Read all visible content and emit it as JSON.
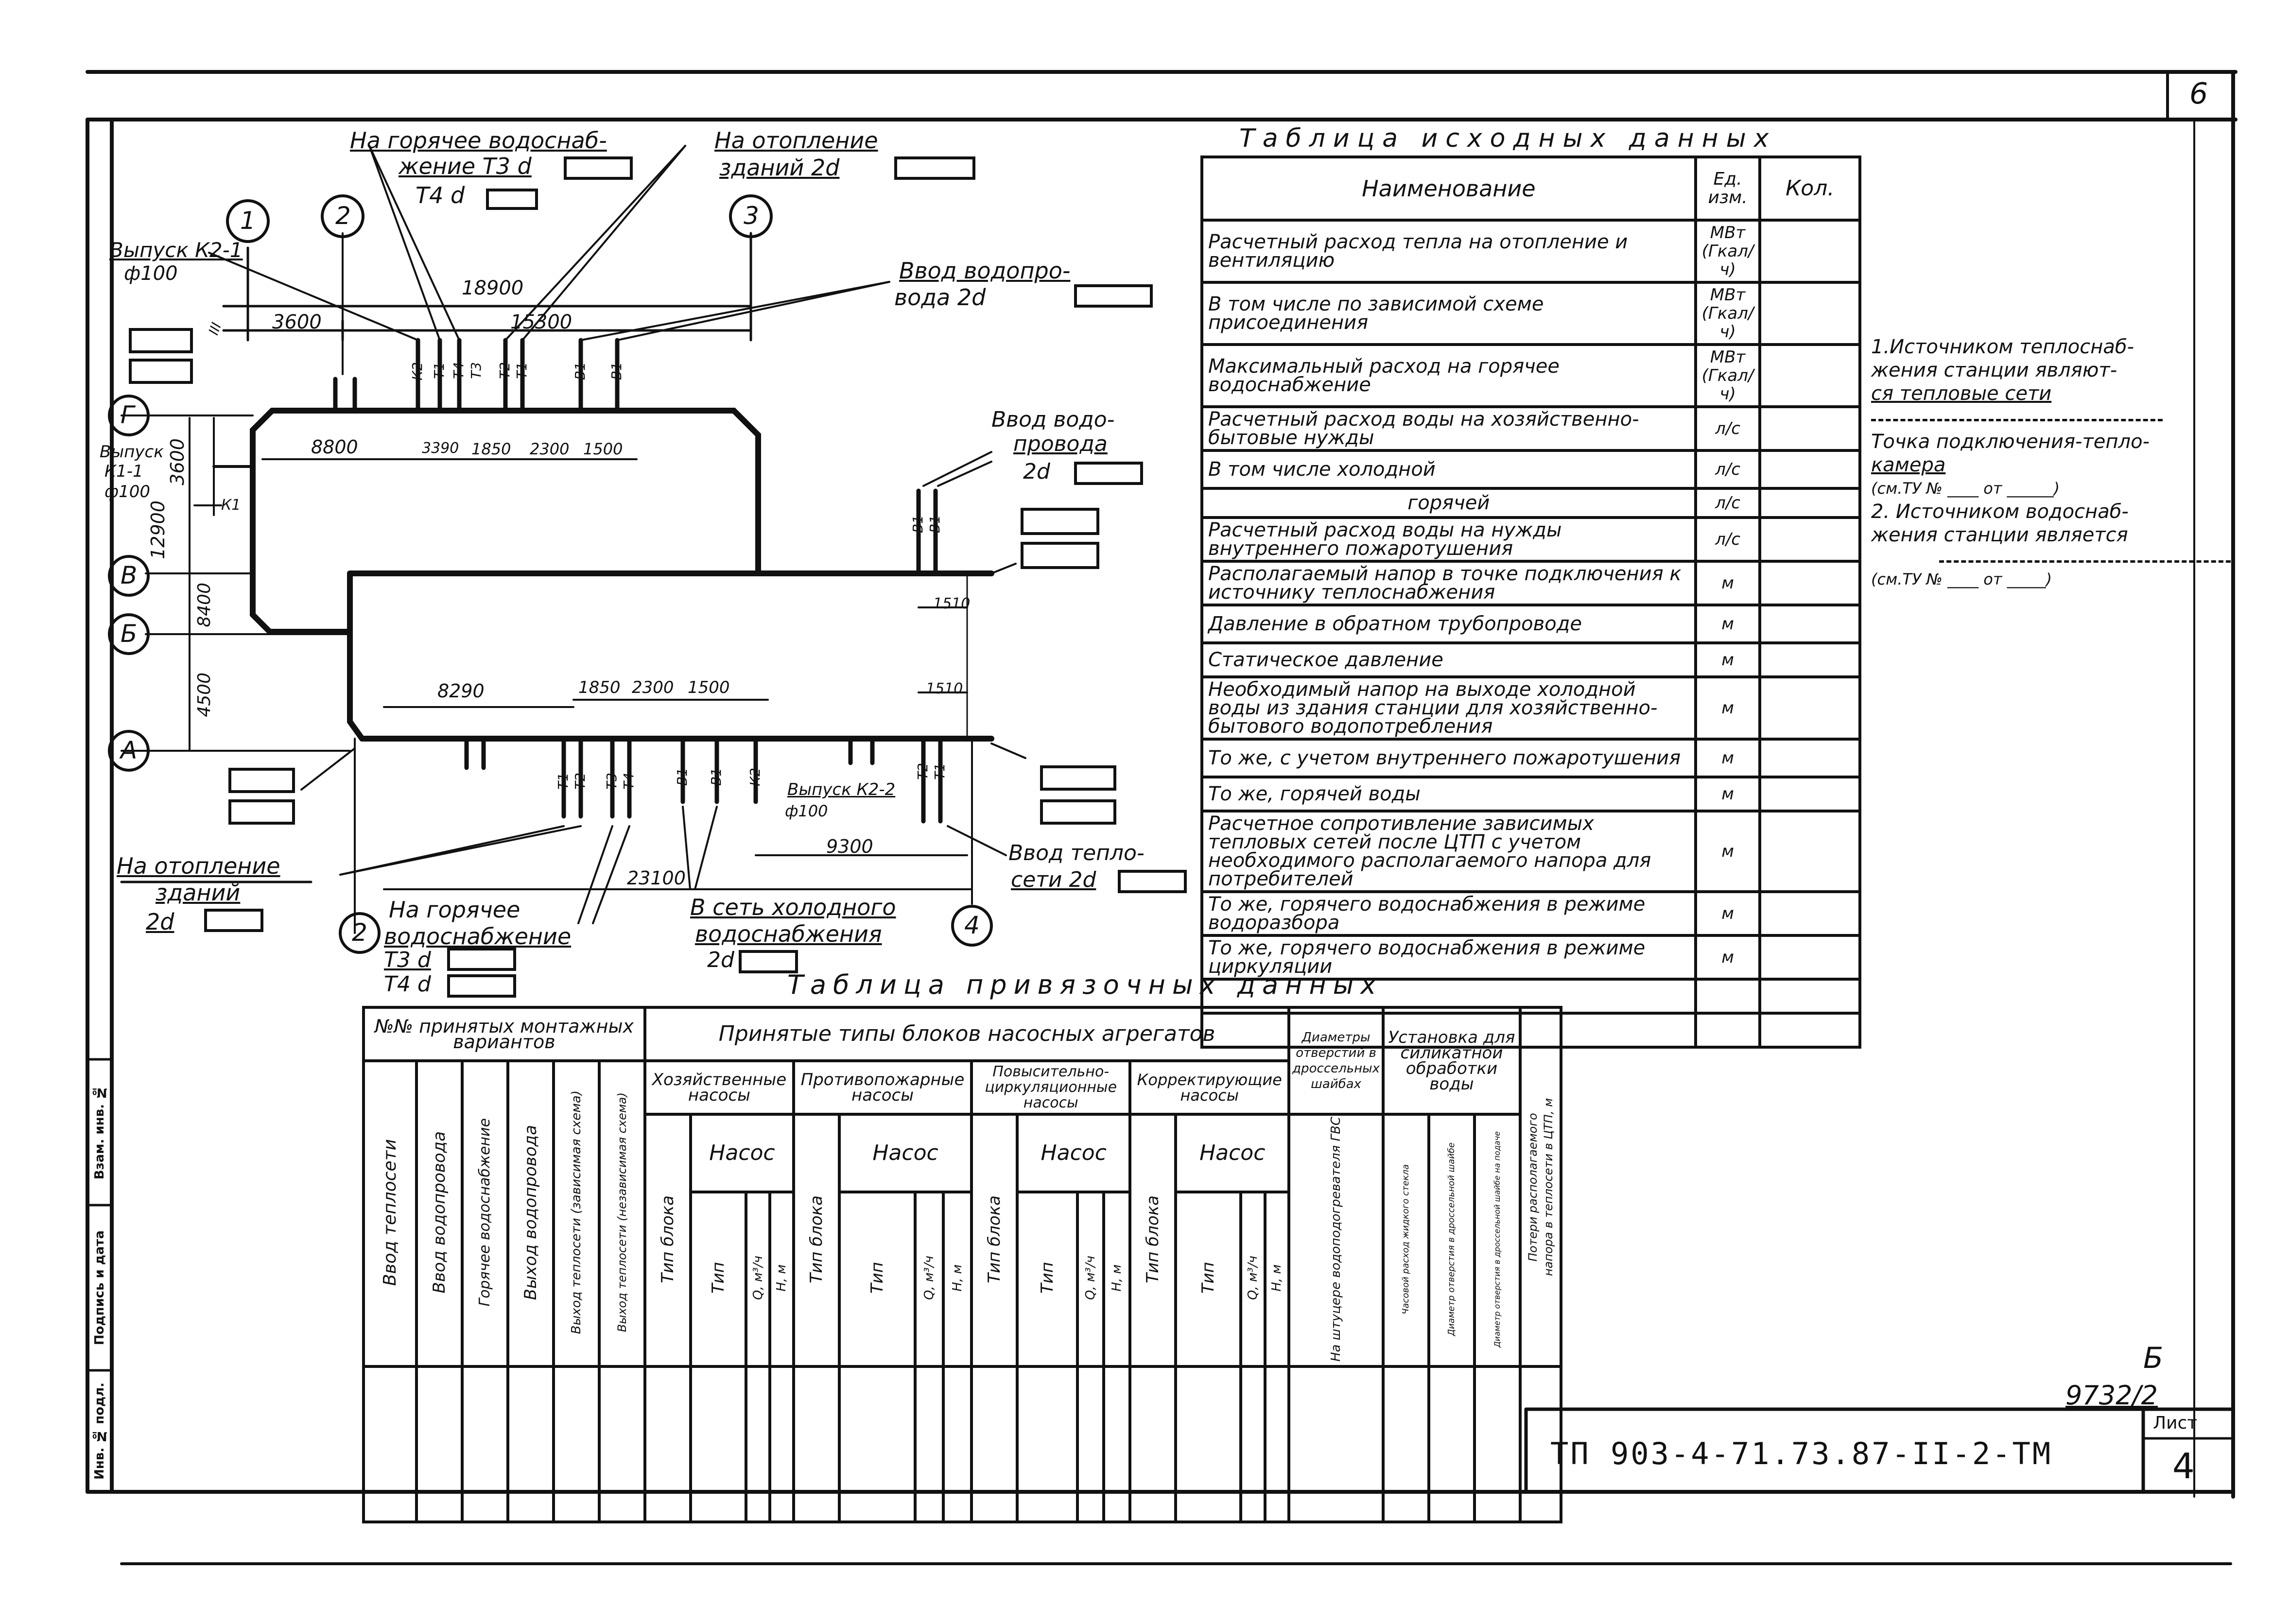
{
  "sheet": {
    "corner_label": "6",
    "stamp_code": "ТП 903-4-71.73.87-II-2-ТМ",
    "list_label": "Лист",
    "list_number": "4",
    "archive_letter": "Б",
    "archive_number": "9732/2",
    "side_labels": [
      "Инв. № подл.",
      "Подпись и дата",
      "Взам. инв. №"
    ]
  },
  "plan": {
    "axes": {
      "a1": "1",
      "a2": "2",
      "a3": "3",
      "a2b": "2",
      "a4": "4",
      "G": "Г",
      "V": "В",
      "B": "Б",
      "A": "А"
    },
    "dims": {
      "d18900": "18900",
      "d3600": "3600",
      "d15300": "15300",
      "d8800": "8800",
      "d3390": "3390",
      "d1850a": "1850",
      "d2300a": "2300",
      "d1500a": "1500",
      "d8290": "8290",
      "d1850b": "1850",
      "d2300b": "2300",
      "d1500b": "1500",
      "d9300": "9300",
      "d23100": "23100",
      "d1510a": "1510",
      "d1510b": "1510",
      "v3600": "3600",
      "v12900": "12900",
      "v8400": "8400",
      "v4500": "4500",
      "vIII": "III"
    },
    "pipes_top": [
      "К2",
      "Т1",
      "Т4",
      "Т3",
      "Т2",
      "Т1",
      "В1",
      "В1"
    ],
    "pipes_bottom": [
      "Т1",
      "Т2",
      "Т3",
      "Т4",
      "В1",
      "В1",
      "К2"
    ],
    "pipes_right_top": [
      "В1",
      "В1"
    ],
    "pipes_right_bottom": [
      "Т2",
      "Т1"
    ],
    "k1_label": "К1",
    "labels": {
      "hot_water_top_1": "На горячее водоснаб-",
      "hot_water_top_2": "жение Т3 d",
      "hot_water_top_3": "Т4 d",
      "heating_top_1": "На отопление",
      "heating_top_2": "зданий 2d",
      "water_in_top_1": "Ввод водопро-",
      "water_in_top_2": "вода 2d",
      "water_in_right_1": "Ввод водо-",
      "water_in_right_2": "провода",
      "water_in_right_3": "2d",
      "outlet_k2_1_a": "Выпуск К2-1",
      "outlet_k2_1_b": "ф100",
      "outlet_k1_a": "Выпуск",
      "outlet_k1_b": "К1-1",
      "outlet_k1_c": "ф100",
      "outlet_k2_2_a": "Выпуск К2-2",
      "outlet_k2_2_b": "ф100",
      "heating_bottom_1": "На отопление",
      "heating_bottom_2": "зданий",
      "heating_bottom_3": "2d",
      "hot_water_bottom_1": "На горячее",
      "hot_water_bottom_2": "водоснабжение",
      "hot_water_bottom_3": "Т3 d",
      "hot_water_bottom_4": "Т4 d",
      "cold_net_1": "В сеть холодного",
      "cold_net_2": "водоснабжения",
      "cold_net_3": "2d",
      "heat_in_1": "Ввод тепло-",
      "heat_in_2": "сети 2d"
    }
  },
  "source_table": {
    "title": "Таблица исходных данных",
    "headers": [
      "Наименование",
      "Ед. изм.",
      "Кол."
    ],
    "rows": [
      {
        "name": "Расчетный расход тепла на отопление и вентиляцию",
        "unit": "МВт (Гкал/ч)"
      },
      {
        "name": "В том числе по зависимой схеме присоединения",
        "unit": "МВт (Гкал/ч)"
      },
      {
        "name": "Максимальный расход на горячее водоснабжение",
        "unit": "МВт (Гкал/ч)"
      },
      {
        "name": "Расчетный расход воды на хозяйственно-бытовые нужды",
        "unit": "л/с"
      },
      {
        "name": "В том числе холодной",
        "unit": "л/с"
      },
      {
        "name": "горячей",
        "unit": "л/с"
      },
      {
        "name": "Расчетный расход воды на нужды внутреннего пожаротушения",
        "unit": "л/с"
      },
      {
        "name": "Располагаемый напор в точке подключения к источнику теплоснабжения",
        "unit": "м"
      },
      {
        "name": "Давление в обратном трубопроводе",
        "unit": "м"
      },
      {
        "name": "Статическое давление",
        "unit": "м"
      },
      {
        "name": "Необходимый напор на выходе холодной воды из здания станции для хозяйственно-бытового водопотребления",
        "unit": "м"
      },
      {
        "name": "То же, с учетом внутреннего пожаротушения",
        "unit": "м"
      },
      {
        "name": "То же, горячей воды",
        "unit": "м"
      },
      {
        "name": "Расчетное сопротивление зависимых тепловых сетей после ЦТП с учетом необходимого располагаемого напора для потребителей",
        "unit": "м"
      },
      {
        "name": "То же, горячего водоснабжения в режиме водоразбора",
        "unit": "м"
      },
      {
        "name": "То же, горячего водоснабжения в режиме циркуляции",
        "unit": "м"
      },
      {
        "name": "",
        "unit": ""
      },
      {
        "name": "",
        "unit": ""
      }
    ]
  },
  "notes": {
    "n1_1": "1.Источником теплоснаб-",
    "n1_2": "жения станции являют-",
    "n1_3": "ся тепловые сети",
    "n2_1": "Точка подключения-тепло-",
    "n2_2": "камера",
    "n2_3": "(см.ТУ №",
    "n2_4": "от",
    "n3_1": "2. Источником водоснаб-",
    "n3_2": "жения станции является",
    "n3_3": "(см.ТУ №",
    "n3_4": "от"
  },
  "binding_table": {
    "title": "Таблица привязочных данных",
    "group_variants": "№№ принятых монтажных вариантов",
    "variant_cols": [
      "Ввод теплосети",
      "Ввод водопровода",
      "Горячее водоснабжение",
      "Выход водопровода",
      "Выход теплосети (зависимая схема)",
      "Выход теплосети (независимая схема)"
    ],
    "group_pumps": "Принятые типы блоков насосных агрегатов",
    "pump_groups": [
      "Хозяйственные насосы",
      "Противопожарные насосы",
      "Повысительно-циркуляционные насосы",
      "Корректирующие насосы"
    ],
    "block_type": "Тип блока",
    "pump": "Насос",
    "pump_cols": [
      "Тип",
      "Q, м³/ч",
      "H, м"
    ],
    "orifice_group": "Диаметры отверстий в дроссельных шайбах",
    "orifice_col": "На штуцере водоподогревателя ГВС",
    "silicate_group": "Установка для силикатной обработки воды",
    "silicate_cols": [
      "Часовой расход жидкого стекла",
      "Диаметр отверстия в дроссельной шайбе",
      "Диаметр отверстия в дроссельной шайбе на подаче"
    ],
    "loss_col": "Потери располагаемого напора в теплосети в ЦТП, м"
  }
}
